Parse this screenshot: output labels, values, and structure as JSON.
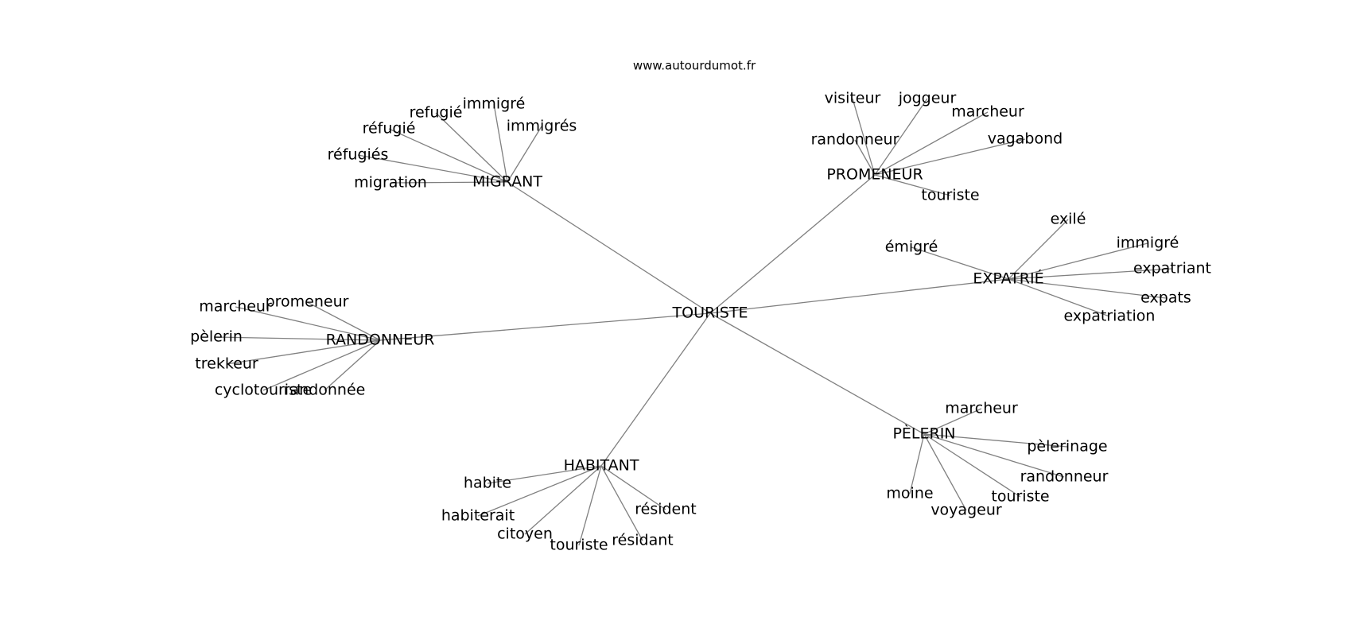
{
  "watermark": "www.autourdumot.fr",
  "root": "TOURISTE",
  "edge_color": "#808080",
  "groups": [
    {
      "hub": "MIGRANT",
      "words": [
        "migration",
        "réfugiés",
        "réfugié",
        "refugié",
        "immigré",
        "immigrés"
      ]
    },
    {
      "hub": "PROMENEUR",
      "words": [
        "randonneur",
        "visiteur",
        "joggeur",
        "marcheur",
        "vagabond",
        "touriste"
      ]
    },
    {
      "hub": "EXPATRIÉ",
      "words": [
        "émigré",
        "exilé",
        "immigré",
        "expatriant",
        "expats",
        "expatriation"
      ]
    },
    {
      "hub": "RANDONNEUR",
      "words": [
        "marcheur",
        "promeneur",
        "pèlerin",
        "trekkeur",
        "cyclotouriste",
        "randonnée"
      ]
    },
    {
      "hub": "HABITANT",
      "words": [
        "habite",
        "habiterait",
        "citoyen",
        "touriste",
        "résidant",
        "résident"
      ]
    },
    {
      "hub": "PÈLERIN",
      "words": [
        "marcheur",
        "pèlerinage",
        "randonneur",
        "touriste",
        "voyageur",
        "moine"
      ]
    }
  ]
}
